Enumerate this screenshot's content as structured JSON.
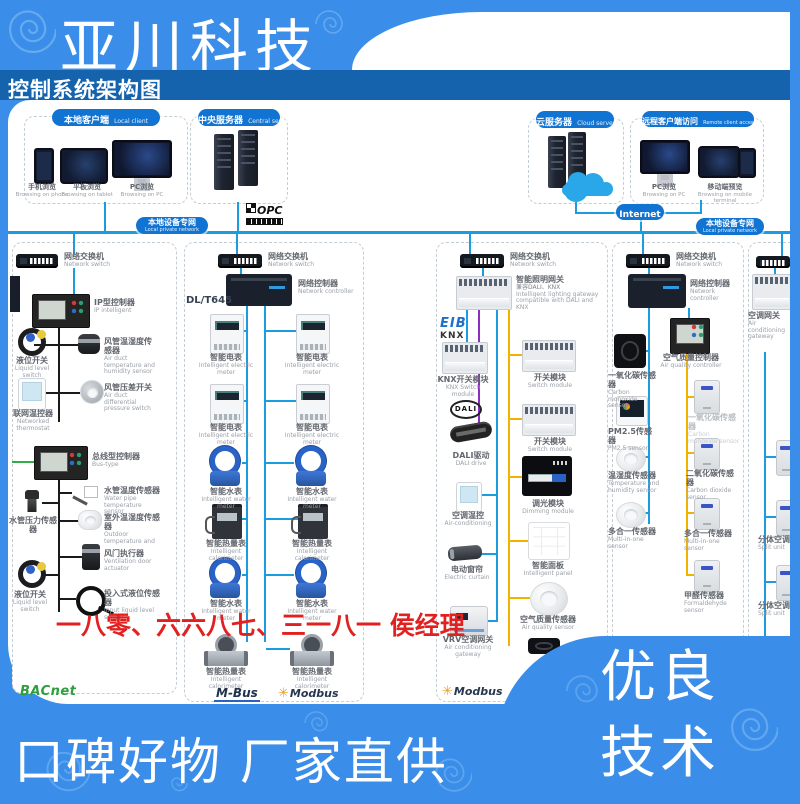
{
  "page": {
    "company": "亚川科技",
    "banner": "控制系统架构图",
    "slogan_bottom": "口碑好物 厂家直供",
    "slogan_right_1": "优良",
    "slogan_right_2": "技术",
    "contact": "一八零、六六八七、三一八一 侯经理"
  },
  "colors": {
    "frame_blue": "#3a8ee9",
    "banner_navy": "#1563ac",
    "badge_blue": "#1173d2",
    "line_blue": "#1c9cdf",
    "line_yellow": "#f2b200",
    "line_purple": "#8a2fc0",
    "line_green": "#2fae4a",
    "contact_red": "#e32020"
  },
  "top": {
    "local_client": {
      "zh": "本地客户端",
      "en": "Local client",
      "phone_zh": "手机浏览",
      "phone_en": "Browsing on phone",
      "tablet_zh": "平板浏览",
      "tablet_en": "Browsing on tablet",
      "pc_zh": "PC浏览",
      "pc_en": "Browsing on PC"
    },
    "central_server": {
      "zh": "中央服务器",
      "en": "Central server"
    },
    "cloud_server": {
      "zh": "云服务器",
      "en": "Cloud server"
    },
    "remote_client": {
      "zh": "远程客户端访问",
      "en": "Remote client access",
      "pc_zh": "PC浏览",
      "pc_en": "Browsing on PC",
      "mobile_zh": "移动端预览",
      "mobile_en": "Browsing on mobile terminal"
    },
    "internet": "Internet",
    "private_net": {
      "zh": "本地设备专网",
      "en": "Local private network"
    },
    "opc": "OPC"
  },
  "col1": {
    "switch": {
      "zh": "网络交换机",
      "en": "Network switch"
    },
    "ip": {
      "zh": "IP型控制器",
      "en": "IP intelligent"
    },
    "liquid": {
      "zh": "液位开关",
      "en": "Liquid level switch"
    },
    "duct_th": {
      "zh": "风管温湿度传感器",
      "en": "Air duct temperature and humidity sensor"
    },
    "duct_dp": {
      "zh": "风管压差开关",
      "en": "Air duct differential pressure switch"
    },
    "thermostat": {
      "zh": "联网温控器",
      "en": "Networked thermostat"
    },
    "bus": {
      "zh": "总线型控制器",
      "en": "Bus-type"
    },
    "pipe_t": {
      "zh": "水管温度传感器",
      "en": "Water pipe temperature sensor"
    },
    "pipe_p": {
      "zh": "水管压力传感器"
    },
    "outdoor": {
      "zh": "室外温湿度传感器",
      "en": "Outdoor temperature and"
    },
    "damper": {
      "zh": "风门执行器",
      "en": "Ventilation door actuator"
    },
    "input_l": {
      "zh": "投入式液位传感器",
      "en": "Input liquid level sensor"
    },
    "bacnet": "BACnet"
  },
  "col2": {
    "switch": {
      "zh": "网络交换机",
      "en": "Network switch"
    },
    "ctrl": {
      "zh": "网络控制器",
      "en": "Network controller"
    },
    "protocol": "DL/T645",
    "emeter": {
      "zh": "智能电表",
      "en": "Intelligent electric meter"
    },
    "wmeter": {
      "zh": "智能水表",
      "en": "Intelligent water meter"
    },
    "cal": {
      "zh": "智能热量表",
      "en": "Intelligent calorimeter"
    },
    "mbus": "M-Bus",
    "modbus": "Modbus"
  },
  "col3": {
    "switch": {
      "zh": "网络交换机",
      "en": "Network switch"
    },
    "gateway": {
      "zh": "智能照明网关",
      "sub": "兼容DALI、KNX",
      "en": "Intelligent lighting gateway compatible with DALI and KNX"
    },
    "eib": "EIB",
    "knx": "KNX",
    "dali": "DALI",
    "knx_mod": {
      "zh": "KNX开关模块",
      "en": "KNX Switch module"
    },
    "dali_drv": {
      "zh": "DALI驱动",
      "en": "DALI drive"
    },
    "ac": {
      "zh": "空调温控",
      "en": "Air-conditioning"
    },
    "curtain": {
      "zh": "电动窗帘",
      "en": "Electric curtain"
    },
    "vrv": {
      "zh": "VRV空调网关",
      "en": "Air conditioning gateway"
    },
    "sw_mod": {
      "zh": "开关模块",
      "en": "Switch module"
    },
    "dim": {
      "zh": "调光模块",
      "en": "Dimming module"
    },
    "panel": {
      "zh": "智能面板",
      "en": "Intelligent panel"
    },
    "air": {
      "zh": "空气质量传感器",
      "en": "Air quality sensor"
    },
    "modbus": "Modbus"
  },
  "col4": {
    "switch": {
      "zh": "网络交换机",
      "en": "Network switch"
    },
    "ctrl": {
      "zh": "网络控制器",
      "en": "Network controller"
    },
    "aq": {
      "zh": "空气质量控制器",
      "en": "Air quality controller"
    },
    "co": {
      "zh": "一氧化碳传感器",
      "en": "Carbon monoxide sensor"
    },
    "pm": {
      "zh": "PM2.5传感器",
      "en": "PM2.5 sensor"
    },
    "th": {
      "zh": "温湿度传感器",
      "en": "Temperature and humidity sensor"
    },
    "multi": {
      "zh": "多合一传感器",
      "en": "Multi-in-one sensor"
    },
    "co2": {
      "zh": "二氧化碳传感器",
      "en": "Carbon dioxide sensor"
    },
    "hcho": {
      "zh": "甲醛传感器",
      "en": "Formaldehyde sensor"
    }
  },
  "col5": {
    "gw": {
      "zh": "空调网关",
      "en": "Air conditioning gateway"
    },
    "split": {
      "zh": "分体空调",
      "en": "Split unit"
    }
  }
}
